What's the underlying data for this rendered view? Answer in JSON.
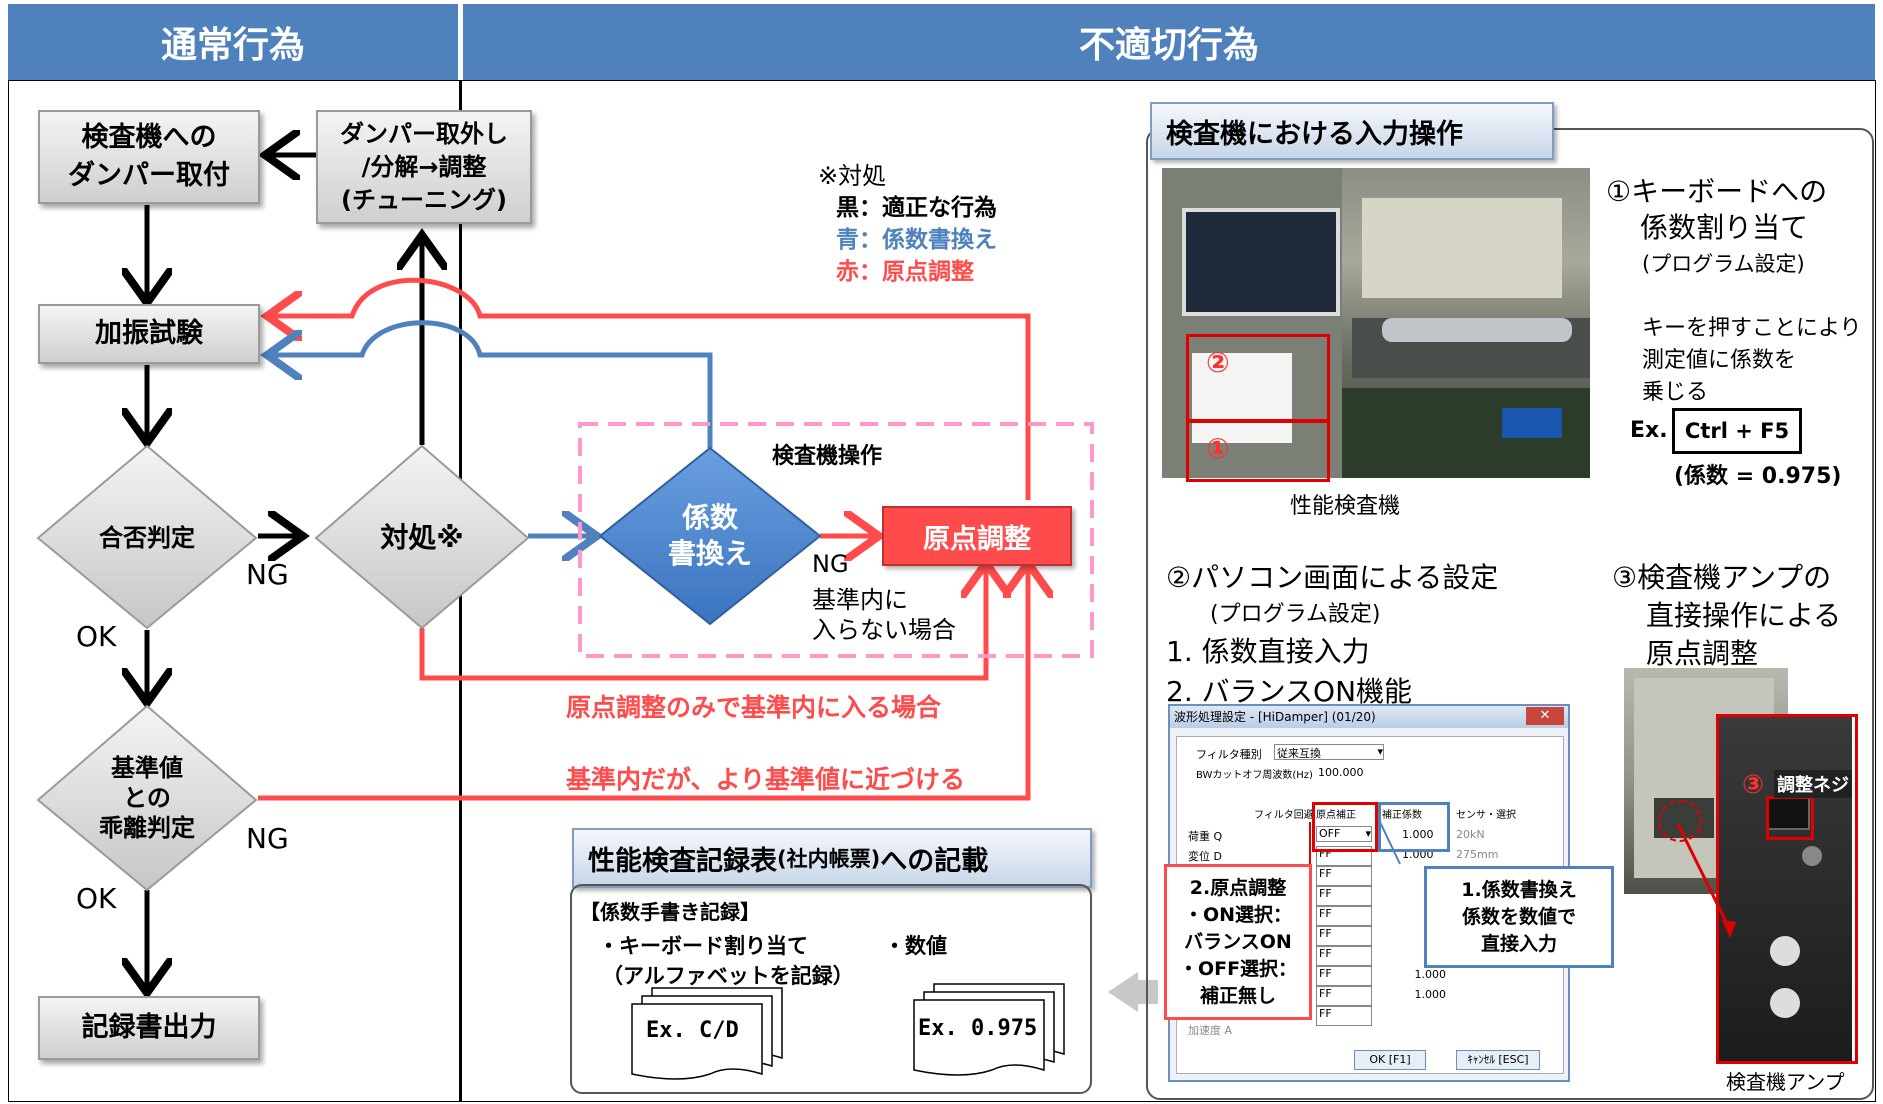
{
  "headers": {
    "left": "通常行為",
    "right": "不適切行為"
  },
  "flow": {
    "box_install": "検査機への\nダンパー取付",
    "box_tuning": "ダンパー取外し\n/分解→調整\n(チューニング)",
    "box_test": "加振試験",
    "diamond_pass": "合否判定",
    "diamond_action": "対処※",
    "diamond_deviation": "基準値\nとの\n乖離判定",
    "box_output": "記録書出力",
    "ng1": "NG",
    "ok1": "OK",
    "ng2": "NG",
    "ok2": "OK"
  },
  "legend": {
    "title": "※対処",
    "black": "黒：適正な行為",
    "blue": "青：係数書換え",
    "red": "赤：原点調整"
  },
  "operation": {
    "dashed_label": "検査機操作",
    "coef_diamond": "係数\n書換え",
    "origin_box": "原点調整",
    "ng_note_1": "NG",
    "ng_note_2": "基準内に",
    "ng_note_3": "入らない場合",
    "note_origin_only": "原点調整のみで基準内に入る場合",
    "note_closer": "基準内だが、より基準値に近づける"
  },
  "record": {
    "title_main": "性能検査記録表",
    "title_small": "(社内帳票)",
    "title_tail": "への記載",
    "handwritten": "【係数手書き記録】",
    "keyboard": "・キーボード割り当て",
    "keyboard_note": "（アルファベットを記録）",
    "numeric": "・数値",
    "doc1": "Ex. C/D",
    "doc2": "Ex. 0.975"
  },
  "input_panel": {
    "title": "検査機における入力操作",
    "photo_caption": "性能検査機",
    "marker1": "①",
    "marker2": "②",
    "marker3": "③",
    "kb_title_1": "①キーボードへの",
    "kb_title_2": "係数割り当て",
    "kb_title_3": "(プログラム設定)",
    "kb_desc_1": "キーを押すことにより",
    "kb_desc_2": "測定値に係数を",
    "kb_desc_3": "乗じる",
    "kb_ex": "Ex.",
    "kb_key": "Ctrl + F5",
    "kb_coef": "(係数 = 0.975)",
    "pc_title": "②パソコン画面による設定",
    "pc_sub": "(プログラム設定)",
    "pc_item1": "1. 係数直接入力",
    "pc_item2": "2. バランスON機能",
    "amp_title_1": "③検査機アンプの",
    "amp_title_2": "直接操作による",
    "amp_title_3": "原点調整",
    "amp_label": "調整ネジ",
    "amp_caption": "検査機アンプ"
  },
  "dialog": {
    "title": "波形処理設定 - [HiDamper] (01/20)",
    "filter_label": "フィルタ種別",
    "filter_value": "従来互換",
    "cutoff_label": "BWカットオフ周波数(Hz)",
    "cutoff_value": "100.000",
    "col_filter": "フィルタ回避",
    "col_origin": "原点補正",
    "col_coef": "補正係数",
    "col_sensor": "センサ・選択",
    "row1_label": "荷重 Q",
    "row1_origin": "OFF",
    "row1_coef": "1.000",
    "row1_sensor": "20kN",
    "row2_label": "変位 D",
    "row2_coef": "1.000",
    "row2_sensor": "275mm",
    "rows_origin": [
      "OFF",
      "FF",
      "FF",
      "FF",
      "FF",
      "FF",
      "FF",
      "FF",
      "FF",
      "FF"
    ],
    "rows_coef": [
      "1.0",
      "1.0",
      "1.0",
      "1.0",
      "1.0",
      "1.000",
      "1.000"
    ],
    "last_row_label": "加速度 A",
    "ok": "OK [F1]",
    "cancel": "ｷｬﾝｾﾙ [ESC]",
    "callout_red": "2.原点調整\n・ON選択：\nバランスON\n・OFF選択：\n補正無し",
    "callout_blue": "1.係数書換え\n係数を数値で\n直接入力"
  },
  "colors": {
    "header": "#4f81bd",
    "red": "#ff4b4b",
    "blue": "#4f81bd",
    "pink": "#ff99cc"
  }
}
